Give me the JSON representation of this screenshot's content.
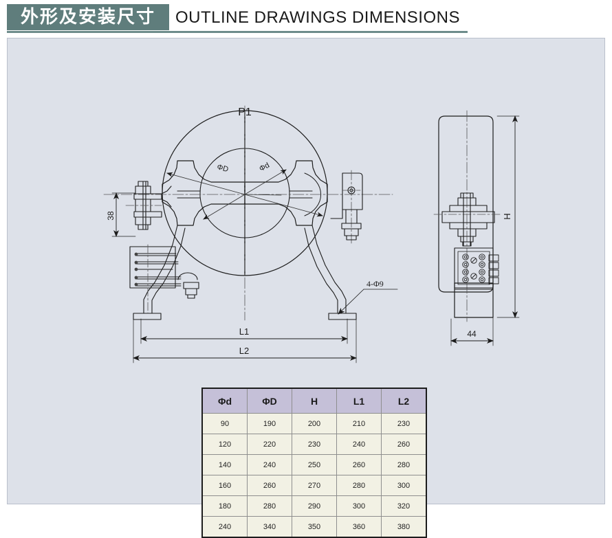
{
  "header": {
    "cn_title": "外形及安装尺寸",
    "en_title": "OUTLINE  DRAWINGS  DIMENSIONS"
  },
  "drawing": {
    "front_view": {
      "label_p1": "P1",
      "label_big_dia": "ΦD",
      "label_small_dia": "Φd",
      "label_height_38": "38",
      "label_holes": "4-Φ9",
      "label_l1": "L1",
      "label_l2": "L2"
    },
    "side_view": {
      "label_h": "H",
      "label_width_44": "44"
    }
  },
  "table": {
    "headers": [
      "Φd",
      "ΦD",
      "H",
      "L1",
      "L2"
    ],
    "rows": [
      [
        "90",
        "190",
        "200",
        "210",
        "230"
      ],
      [
        "120",
        "220",
        "230",
        "240",
        "260"
      ],
      [
        "140",
        "240",
        "250",
        "260",
        "280"
      ],
      [
        "160",
        "260",
        "270",
        "280",
        "300"
      ],
      [
        "180",
        "280",
        "290",
        "300",
        "320"
      ],
      [
        "240",
        "340",
        "350",
        "360",
        "380"
      ]
    ]
  },
  "colors": {
    "header_block": "#5f7d7c",
    "title_rule": "#6d8c8b",
    "canvas_bg": "#dde1e9",
    "table_header": "#c5c0d8",
    "table_cell": "#f2f1e4",
    "line": "#1c1c1c"
  }
}
